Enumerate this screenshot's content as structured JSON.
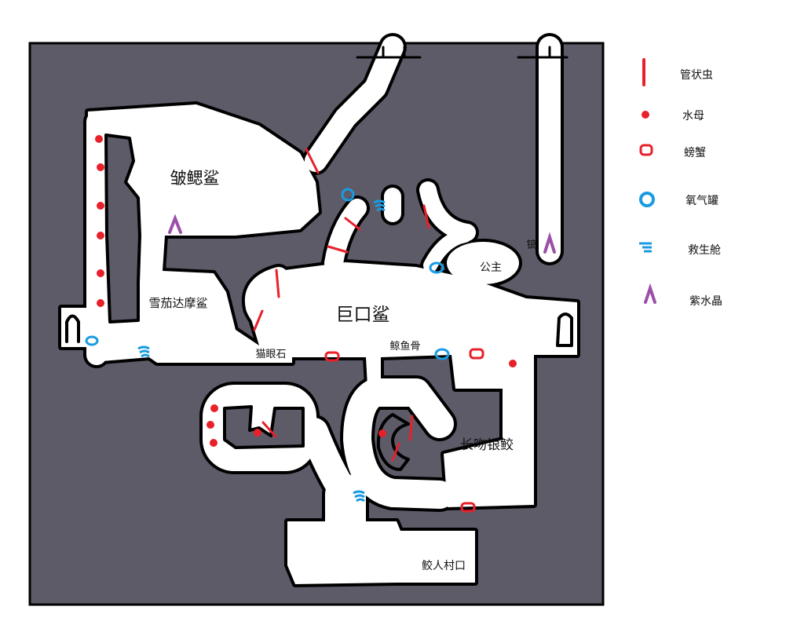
{
  "colors": {
    "rock": "#5e5b69",
    "passage": "#ffffff",
    "outline": "#000000",
    "tube_worm": "#e8202a",
    "jellyfish": "#e8202a",
    "crab": "#e8202a",
    "oxygen": "#1a9be0",
    "rescue_pod": "#1a9be0",
    "amethyst": "#9b4fa8"
  },
  "map": {
    "labels": {
      "frilled_shark": "皱鳃鲨",
      "cigar_shark": "雪茄达摩鲨",
      "cats_eye": "猫眼石",
      "megamouth": "巨口鲨",
      "whale_bone": "鲸鱼骨",
      "princess": "公主",
      "chimaera": "长吻银鲛",
      "merfolk_village": "鲛人村口",
      "pickaxe": "镐"
    }
  },
  "legend": [
    {
      "icon": "tube-worm-icon",
      "label": "管状虫"
    },
    {
      "icon": "jellyfish-icon",
      "label": "水母"
    },
    {
      "icon": "crab-icon",
      "label": "螃蟹"
    },
    {
      "icon": "oxygen-tank-icon",
      "label": "氧气罐"
    },
    {
      "icon": "rescue-pod-icon",
      "label": "救生舱"
    },
    {
      "icon": "amethyst-icon",
      "label": "紫水晶"
    }
  ]
}
